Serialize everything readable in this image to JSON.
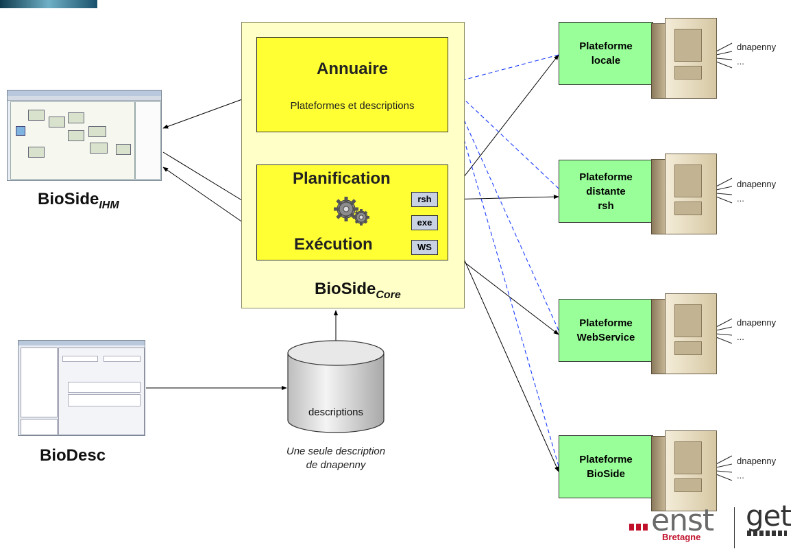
{
  "core": {
    "annuaire_title": "Annuaire",
    "annuaire_sub": "Plateformes et descriptions",
    "planification": "Planification",
    "execution": "Exécution",
    "tags": [
      "rsh",
      "exe",
      "WS"
    ],
    "label_main": "BioSide",
    "label_sub": "Core"
  },
  "ihm": {
    "label_main": "BioSide",
    "label_sub": "IHM"
  },
  "desc": {
    "label": "BioDesc"
  },
  "database": {
    "label": "descriptions",
    "caption_line1": "Une seule description",
    "caption_line2": "de dnapenny"
  },
  "platforms": [
    {
      "line1": "Plateforme",
      "line2": "locale",
      "line3": "",
      "tool": "dnapenny",
      "more": "..."
    },
    {
      "line1": "Plateforme",
      "line2": "distante",
      "line3": "rsh",
      "tool": "dnapenny",
      "more": "..."
    },
    {
      "line1": "Plateforme",
      "line2": "WebService",
      "line3": "",
      "tool": "dnapenny",
      "more": "..."
    },
    {
      "line1": "Plateforme",
      "line2": "BioSide",
      "line3": "",
      "tool": "dnapenny",
      "more": "..."
    }
  ],
  "logos": {
    "enst": "enst",
    "bretagne": "Bretagne",
    "get": "get"
  },
  "colors": {
    "core_bg": "#ffffc8",
    "module_bg": "#ffff33",
    "platform_bg": "#99ff99",
    "tag_bg": "#c9d2e3",
    "dashed_arrow": "#1a3cff"
  }
}
